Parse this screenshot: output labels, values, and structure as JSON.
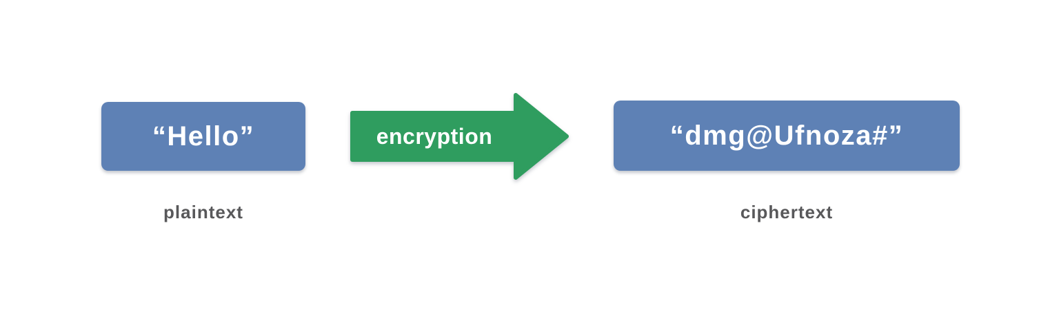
{
  "diagram": {
    "title": "encryption process diagram",
    "plaintext_box": {
      "text": "“Hello”",
      "label": "plaintext"
    },
    "arrow": {
      "label": "encryption",
      "direction": "right"
    },
    "ciphertext_box": {
      "text": "“dmg@Ufnoza#”",
      "label": "ciphertext"
    },
    "colors": {
      "box_blue": "#5e81b5",
      "arrow_green": "#2f9d5f",
      "caption_gray": "#58585a",
      "box_text_white": "#ffffff",
      "background": "#ffffff"
    }
  }
}
